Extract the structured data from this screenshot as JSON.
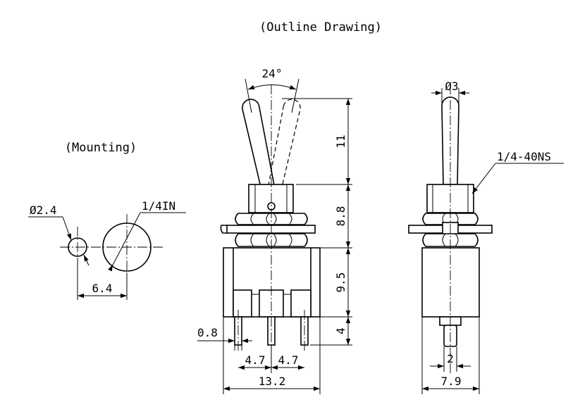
{
  "titles": {
    "outline": "(Outline Drawing)",
    "mounting": "(Mounting)"
  },
  "mounting": {
    "small_hole_dia": "Ø2.4",
    "large_hole_label": "1/4IN",
    "spacing": "6.4"
  },
  "front_view": {
    "angle": "24°",
    "lever_length": "11",
    "bushing_height": "8.8",
    "body_height": "9.5",
    "terminal_length": "4",
    "terminal_thickness": "0.8",
    "pitch_left": "4.7",
    "pitch_right": "4.7",
    "body_width": "13.2"
  },
  "side_view": {
    "lever_dia": "Ø3",
    "thread": "1/4-40NS",
    "terminal_width": "2",
    "body_depth": "7.9"
  }
}
